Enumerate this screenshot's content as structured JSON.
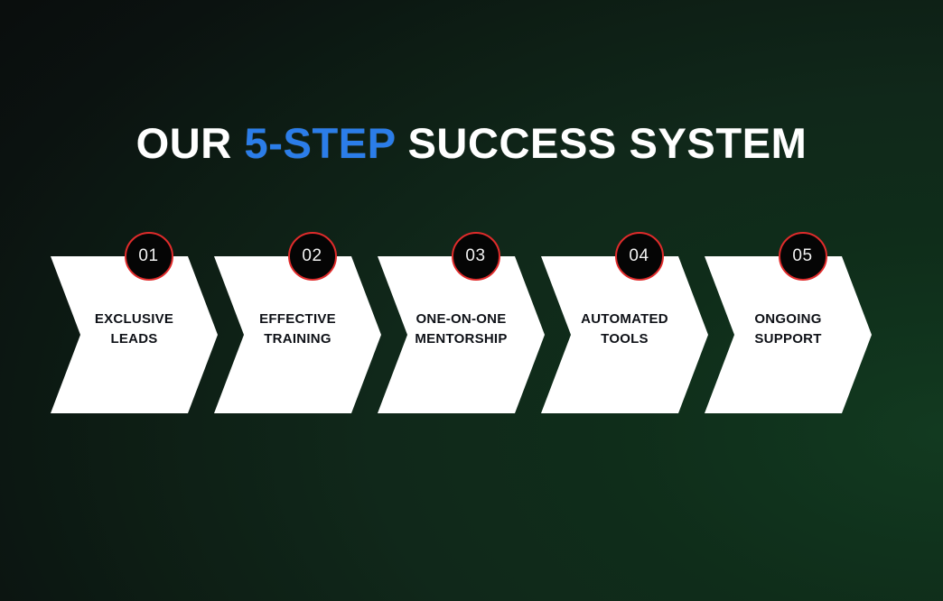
{
  "title": {
    "part1": "OUR ",
    "accent": "5-STEP",
    "part2": " SUCCESS SYSTEM",
    "full_text": "OUR 5-STEP SUCCESS SYSTEM"
  },
  "colors": {
    "accent_blue": "#2b7de9",
    "badge_ring_red": "#e02b2b",
    "badge_fill": "#050505",
    "chevron_fill": "#ffffff",
    "label_text": "#0e1117",
    "bg_dark": "#0a0e0d",
    "bg_green": "#123a21"
  },
  "steps": [
    {
      "number": "01",
      "label": "EXCLUSIVE\nLEADS"
    },
    {
      "number": "02",
      "label": "EFFECTIVE\nTRAINING"
    },
    {
      "number": "03",
      "label": "ONE-ON-ONE\nMENTORSHIP"
    },
    {
      "number": "04",
      "label": "AUTOMATED\nTOOLS"
    },
    {
      "number": "05",
      "label": "ONGOING\nSUPPORT"
    }
  ]
}
